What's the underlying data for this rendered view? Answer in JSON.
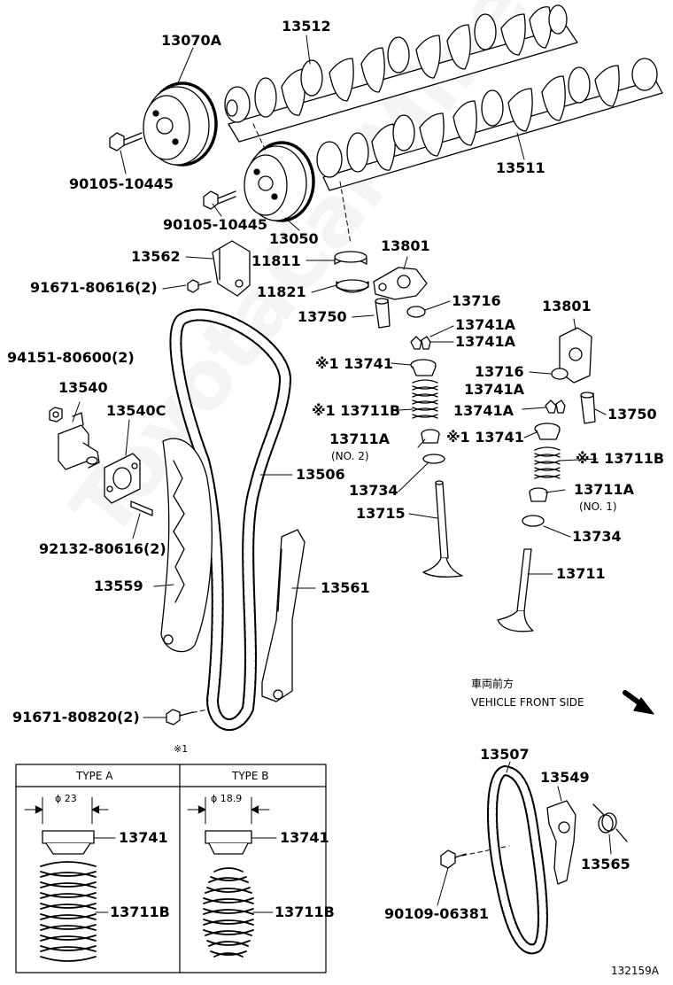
{
  "labels": {
    "p13070A": "13070A",
    "p13512": "13512",
    "p13511": "13511",
    "p90105_a": "90105-10445",
    "p90105_b": "90105-10445",
    "p13050": "13050",
    "p13562": "13562",
    "p11811": "11811",
    "p13801_a": "13801",
    "p91671_a": "91671-80616(2)",
    "p11821": "11821",
    "p13716_a": "13716",
    "p13750_a": "13750",
    "p13741A_a": "13741A",
    "p13741A_b": "13741A",
    "p13801_b": "13801",
    "p94151": "94151-80600(2)",
    "p13741_a": "※1 13741",
    "p13716_b": "13716",
    "p13540": "13540",
    "p13741A_c": "13741A",
    "p13711B_a": "※1 13711B",
    "p13741A_d": "13741A",
    "p13750_b": "13750",
    "p13540C": "13540C",
    "p13711A_a": "13711A",
    "p13711A_a_sub": "(NO. 2)",
    "p13741_b": "※1 13741",
    "p13711B_b": "※1 13711B",
    "p13506": "13506",
    "p13734_a": "13734",
    "p13711A_b": "13711A",
    "p13711A_b_sub": "(NO. 1)",
    "p13715": "13715",
    "p92132": "92132-80616(2)",
    "p13734_b": "13734",
    "p13711": "13711",
    "p13559": "13559",
    "p13561": "13561",
    "p91671_b": "91671-80820(2)",
    "p13507": "13507",
    "p13549": "13549",
    "p13565": "13565",
    "p90109": "90109-06381",
    "ref_code": "132159A"
  },
  "front_side": {
    "jp": "車両前方",
    "en": "VEHICLE FRONT SIDE"
  },
  "footnote_mark": "※1",
  "type_box": {
    "type_a": {
      "title": "TYPE A",
      "dim": "ϕ 23",
      "retainer": "13741",
      "spring": "13711B"
    },
    "type_b": {
      "title": "TYPE B",
      "dim": "ϕ 18.9",
      "retainer": "13741",
      "spring": "13711B"
    }
  },
  "watermark": "ToyotaCarMine.ru"
}
